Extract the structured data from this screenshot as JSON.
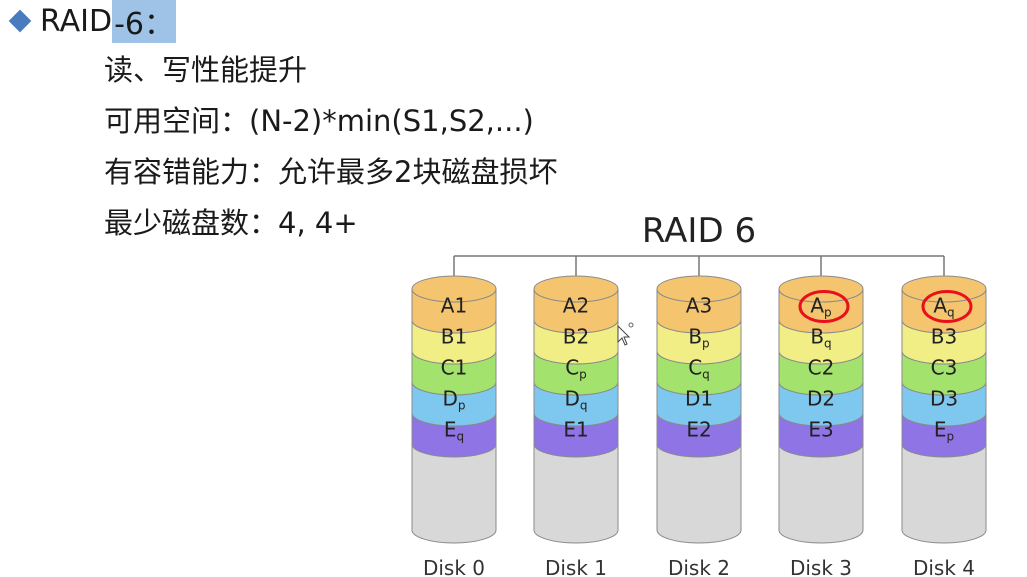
{
  "slide": {
    "title_main": "RAID",
    "title_highlight": "-6：",
    "lines": [
      "读、写性能提升",
      "可用空间：(N-2)*min(S1,S2,...)",
      "有容错能力：允许最多2块磁盘损坏",
      "最少磁盘数：4, 4+"
    ]
  },
  "diagram": {
    "title": "RAID 6",
    "colors": {
      "row_A": "#f4c56e",
      "row_B": "#f1ee86",
      "row_C": "#a3e36d",
      "row_D": "#7ec8ef",
      "row_E": "#8f74e6",
      "empty": "#d8d8d8",
      "annotation": "#e8101a"
    },
    "disks": [
      {
        "label": "Disk 0",
        "blocks": [
          {
            "t": "A1",
            "s": ""
          },
          {
            "t": "B1",
            "s": ""
          },
          {
            "t": "C1",
            "s": ""
          },
          {
            "t": "D",
            "s": "p"
          },
          {
            "t": "E",
            "s": "q"
          }
        ]
      },
      {
        "label": "Disk 1",
        "blocks": [
          {
            "t": "A2",
            "s": ""
          },
          {
            "t": "B2",
            "s": ""
          },
          {
            "t": "C",
            "s": "p"
          },
          {
            "t": "D",
            "s": "q"
          },
          {
            "t": "E1",
            "s": ""
          }
        ]
      },
      {
        "label": "Disk 2",
        "blocks": [
          {
            "t": "A3",
            "s": ""
          },
          {
            "t": "B",
            "s": "p"
          },
          {
            "t": "C",
            "s": "q"
          },
          {
            "t": "D1",
            "s": ""
          },
          {
            "t": "E2",
            "s": ""
          }
        ]
      },
      {
        "label": "Disk 3",
        "blocks": [
          {
            "t": "A",
            "s": "p",
            "circled": true
          },
          {
            "t": "B",
            "s": "q"
          },
          {
            "t": "C2",
            "s": ""
          },
          {
            "t": "D2",
            "s": ""
          },
          {
            "t": "E3",
            "s": ""
          }
        ]
      },
      {
        "label": "Disk 4",
        "blocks": [
          {
            "t": "A",
            "s": "q",
            "circled": true
          },
          {
            "t": "B3",
            "s": ""
          },
          {
            "t": "C3",
            "s": ""
          },
          {
            "t": "D3",
            "s": ""
          },
          {
            "t": "E",
            "s": "p"
          }
        ]
      }
    ]
  }
}
